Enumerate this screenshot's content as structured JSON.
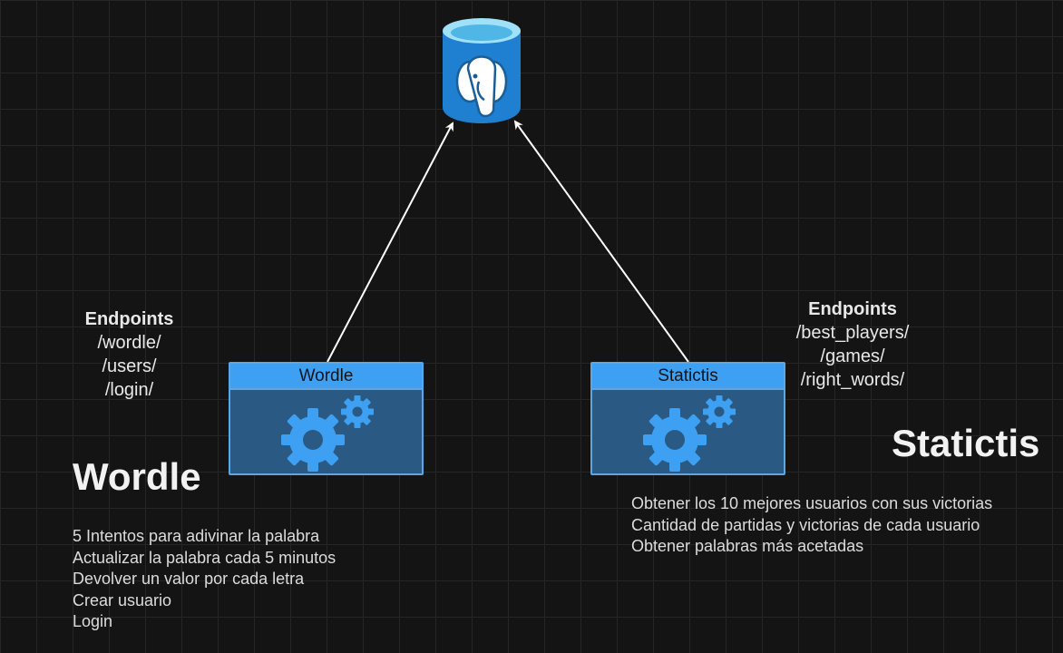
{
  "colors": {
    "background": "#141414",
    "service_header": "#3ea0f3",
    "service_body": "#2a5a83",
    "database": "#1f7fd1",
    "connector": "#ffffff"
  },
  "database": {
    "icon": "postgresql-icon"
  },
  "services": {
    "wordle": {
      "label": "Wordle",
      "icon": "gears-icon"
    },
    "statictis": {
      "label": "Statictis",
      "icon": "gears-icon"
    }
  },
  "endpoints": {
    "wordle": {
      "title": "Endpoints",
      "items": [
        "/wordle/",
        "/users/",
        "/login/"
      ]
    },
    "statictis": {
      "title": "Endpoints",
      "items": [
        "/best_players/",
        "/games/",
        "/right_words/"
      ]
    }
  },
  "sections": {
    "wordle": {
      "title": "Wordle",
      "features": [
        "5 Intentos para adivinar la palabra",
        "Actualizar la palabra cada 5 minutos",
        "Devolver un valor por cada letra",
        "Crear usuario",
        "Login"
      ]
    },
    "statictis": {
      "title": "Statictis",
      "features": [
        "Obtener los 10 mejores usuarios  con sus victorias",
        "Cantidad de partidas y victorias de cada usuario",
        "Obtener palabras más acetadas"
      ]
    }
  }
}
